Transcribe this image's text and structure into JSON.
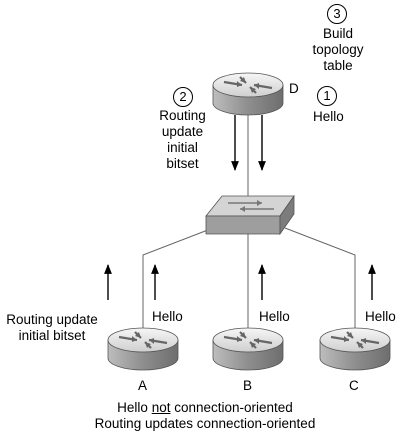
{
  "steps": [
    {
      "num": "3",
      "label": [
        "Build",
        "topology",
        "table"
      ]
    },
    {
      "num": "2",
      "label": [
        "Routing",
        "update",
        "initial",
        "bitset"
      ]
    },
    {
      "num": "1",
      "label": [
        "Hello"
      ]
    }
  ],
  "routers": {
    "d": "D",
    "a": "A",
    "b": "B",
    "c": "C"
  },
  "hello_label": "Hello",
  "left_note": [
    "Routing update",
    "initial bitset"
  ],
  "caption": {
    "line1_prefix": "Hello ",
    "line1_emph": "not",
    "line1_suffix": " connection-oriented",
    "line2": "Routing updates connection-oriented"
  },
  "colors": {
    "router_top": "#ececec",
    "router_side": "#9a9a9a",
    "switch_top": "#d8d8d8",
    "switch_side": "#8c8c8c"
  }
}
